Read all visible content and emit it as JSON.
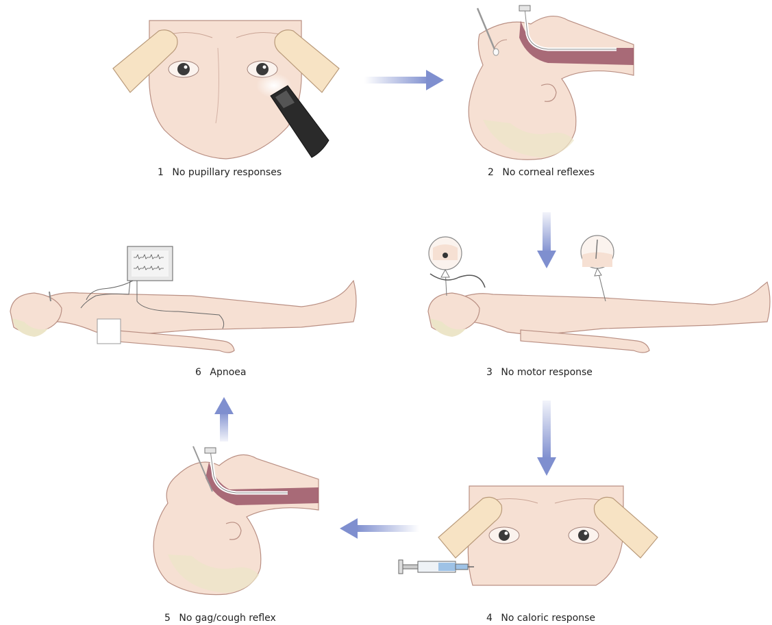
{
  "steps": [
    {
      "number": "1",
      "label": "No pupillary responses"
    },
    {
      "number": "2",
      "label": "No corneal reflexes"
    },
    {
      "number": "3",
      "label": "No motor response"
    },
    {
      "number": "4",
      "label": "No caloric response"
    },
    {
      "number": "5",
      "label": "No gag/cough reflex"
    },
    {
      "number": "6",
      "label": "Apnoea"
    }
  ],
  "colors": {
    "skin": "#f6e0d3",
    "skin_outline": "#b98f83",
    "hair": "#ece5c8",
    "finger": "#f7e3c4",
    "airway": "#9a5566",
    "arrow": "#7f8fcf",
    "iris": "#3a3a3a",
    "torch": "#2a2a2a"
  }
}
